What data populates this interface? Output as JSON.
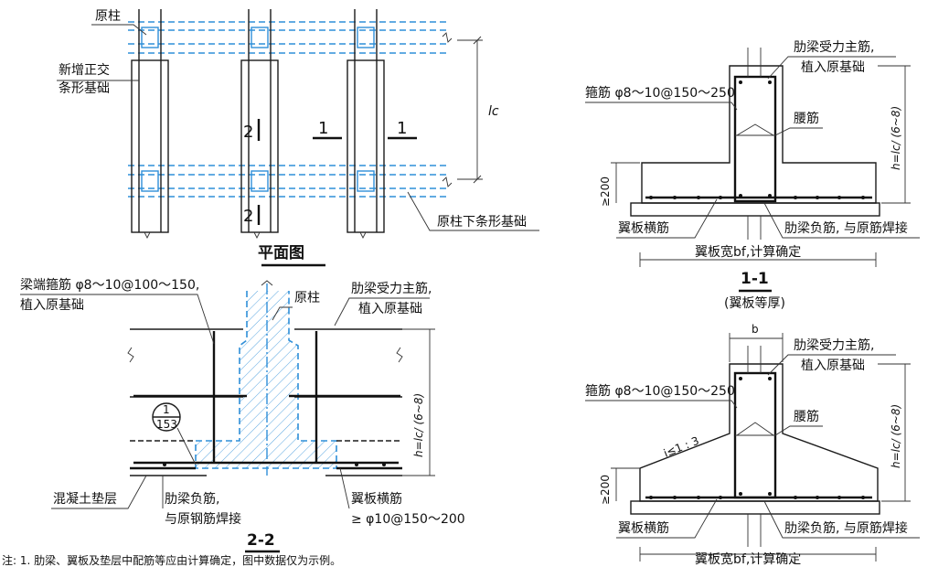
{
  "plan": {
    "title": "平面图",
    "label_original_column": "原柱",
    "label_new_foundation_l1": "新增正交",
    "label_new_foundation_l2": "条形基础",
    "label_existing_strip": "原柱下条形基础",
    "label_lc": "lc",
    "cut_1_left": "1",
    "cut_1_right": "1",
    "cut_2_top": "2",
    "cut_2_bottom": "2"
  },
  "section22": {
    "title": "2-2",
    "stirrup_end_l1": "梁端箍筋 φ8～10@100～150,",
    "stirrup_end_l2": "植入原基础",
    "original_column": "原柱",
    "main_bar_l1": "肋梁受力主筋,",
    "main_bar_l2": "植入原基础",
    "height_label": "h=lc/ (6~8)",
    "detail_num": "1",
    "detail_sheet": "153",
    "concrete_pad": "混凝土垫层",
    "neg_bar_l1": "肋梁负筋,",
    "neg_bar_l2": "与原钢筋焊接",
    "wing_bar_l1": "翼板横筋",
    "wing_bar_l2": "≥ φ10@150～200"
  },
  "section11": {
    "title": "1-1",
    "subtitle": "(翼板等厚)",
    "main_bar_l1": "肋梁受力主筋,",
    "main_bar_l2": "植入原基础",
    "stirrup": "箍筋 φ8～10@150～250",
    "waist_bar": "腰筋",
    "height_label": "h=lc/ (6~8)",
    "min_thick": "≥200",
    "wing_bar": "翼板横筋",
    "neg_bar": "肋梁负筋, 与原筋焊接",
    "width_note": "翼板宽bf,计算确定"
  },
  "section_b": {
    "b_label": "b",
    "main_bar_l1": "肋梁受力主筋,",
    "main_bar_l2": "植入原基础",
    "stirrup": "箍筋 φ8～10@150～250",
    "waist_bar": "腰筋",
    "slope": "i≤1 : 3",
    "height_label": "h=lc/ (6~8)",
    "min_thick": "≥200",
    "wing_bar": "翼板横筋",
    "neg_bar": "肋梁负筋, 与原筋焊接",
    "width_note": "翼板宽bf,计算确定"
  },
  "footnote": "注: 1. 肋梁、翼板及垫层中配筋等应由计算确定，图中数据仅为示例。",
  "colors": {
    "line": "#1b1b1b",
    "blue": "#2f8fd8",
    "background": "#ffffff"
  }
}
